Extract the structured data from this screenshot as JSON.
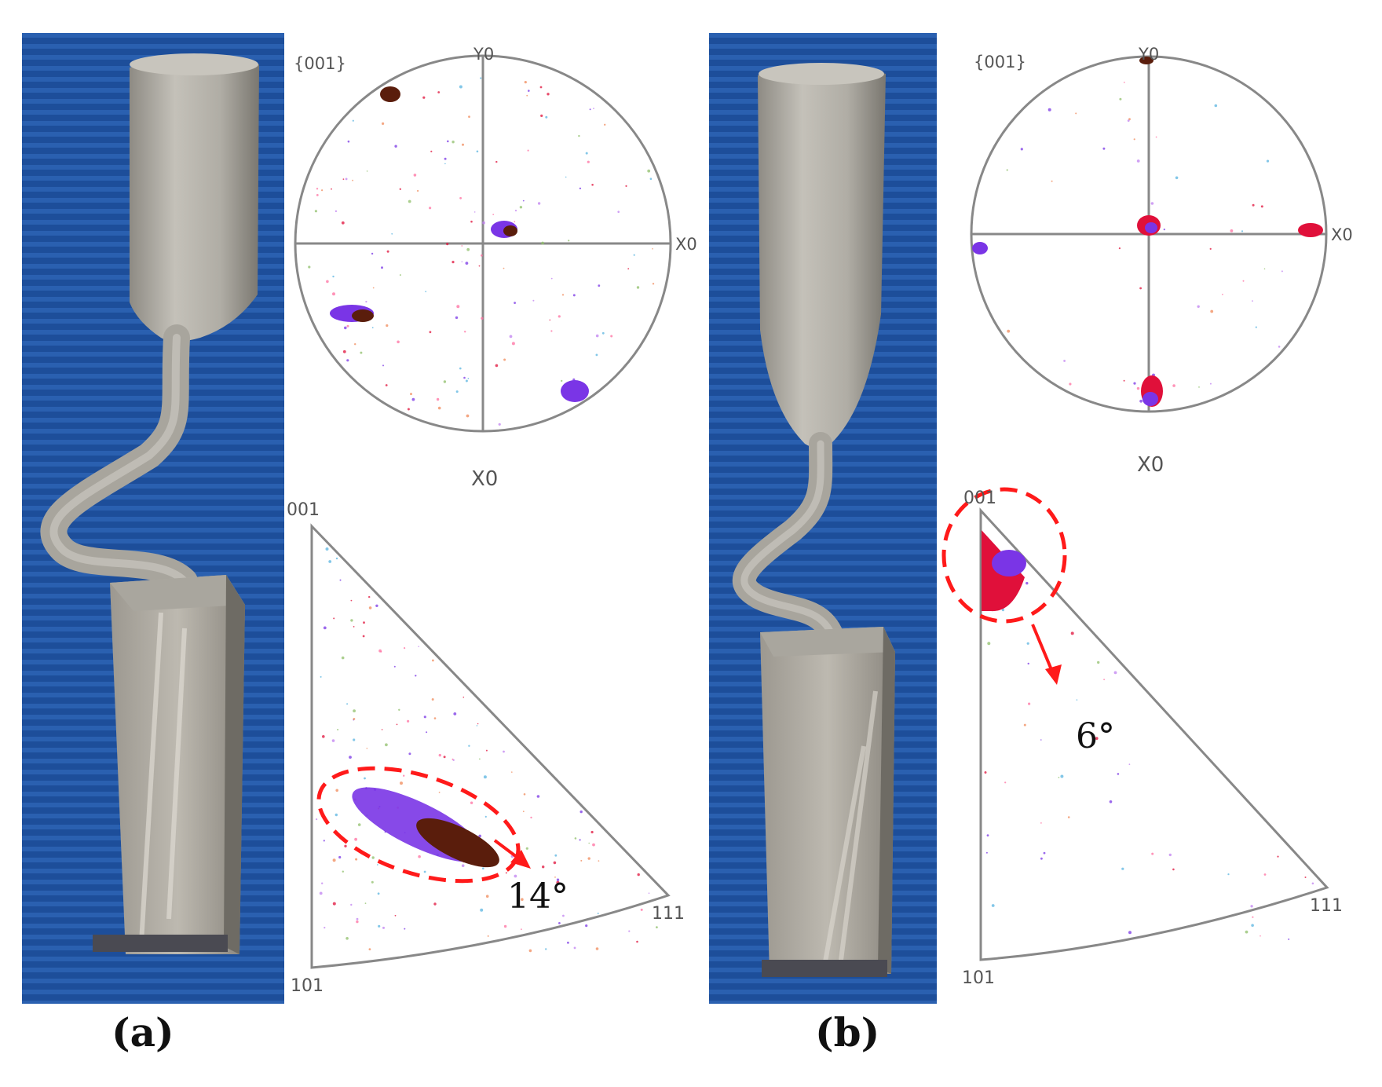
{
  "panels": [
    {
      "label": "(a)",
      "pole_figure": {
        "title": "{001}",
        "y_axis": "Y0",
        "x_axis": "X0",
        "below_label": "X0"
      },
      "ipf": {
        "corner_001": "001",
        "corner_101": "101",
        "corner_111": "111",
        "angle_label": "14°"
      }
    },
    {
      "label": "(b)",
      "pole_figure": {
        "title": "{001}",
        "y_axis": "Y0",
        "x_axis": "X0",
        "below_label": "X0"
      },
      "ipf": {
        "corner_001": "001",
        "corner_101": "101",
        "corner_111": "111",
        "angle_label": "6°"
      }
    }
  ],
  "colors": {
    "photo_background": "#1d4e9a",
    "metal": "#b3b0a8",
    "blob_purple": "#7a35e6",
    "blob_brown": "#5a1d0c",
    "blob_red": "#e0103a",
    "highlight": "#ff1a1a",
    "outline": "#888888"
  }
}
